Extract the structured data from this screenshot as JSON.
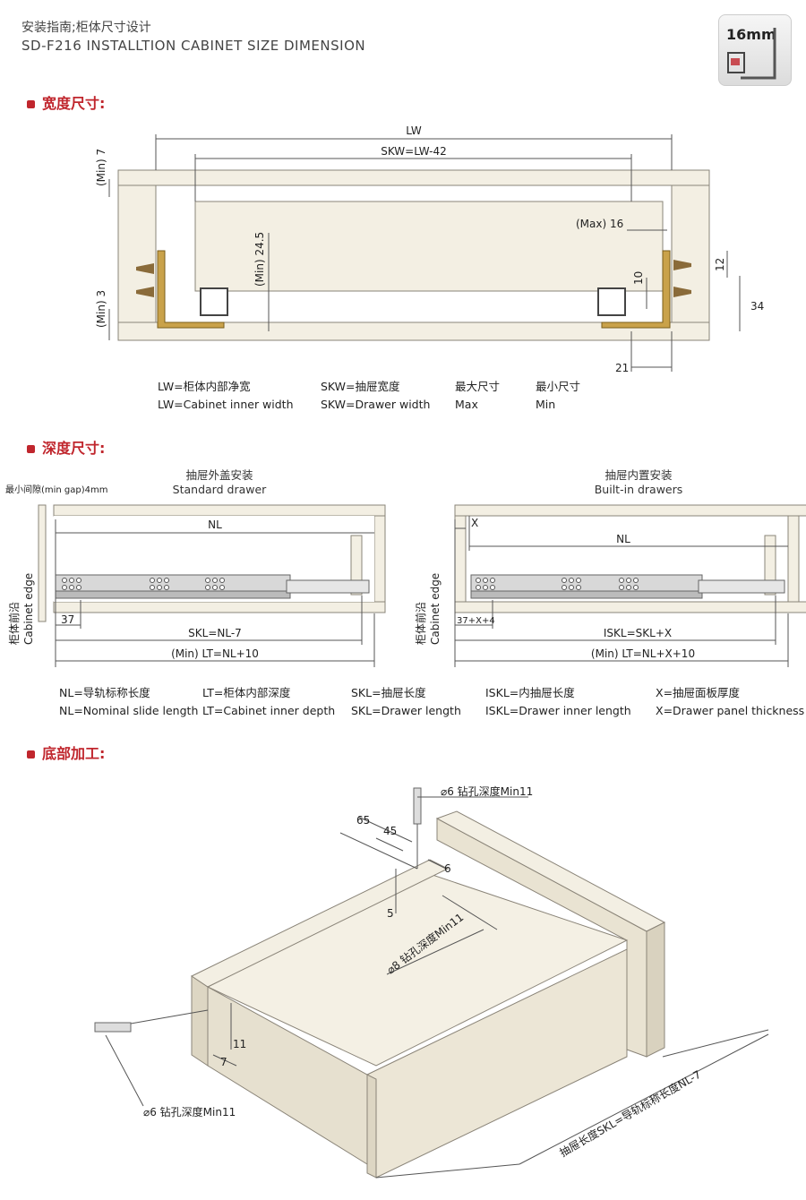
{
  "header": {
    "title_cn": "安装指南;柜体尺寸设计",
    "title_en": "SD-F216 INSTALLTION CABINET SIZE DIMENSION",
    "thickness_badge": "16mm"
  },
  "sections": {
    "width": "宽度尺寸:",
    "depth": "深度尺寸:",
    "bottom": "底部加工:"
  },
  "width_diagram": {
    "lw": "LW",
    "skw": "SKW=LW-42",
    "min7": "(Min) 7",
    "min3": "(Min) 3",
    "min245": "(Min) 24.5",
    "max16": "(Max) 16",
    "d10": "10",
    "d12": "12",
    "d34": "34",
    "d21": "21"
  },
  "width_legend": [
    {
      "cn": "LW=柜体内部净宽",
      "en": "LW=Cabinet inner width"
    },
    {
      "cn": "SKW=抽屉宽度",
      "en": "SKW=Drawer width"
    },
    {
      "cn": "最大尺寸",
      "en": "Max"
    },
    {
      "cn": "最小尺寸",
      "en": "Min"
    }
  ],
  "depth_left": {
    "title_cn": "抽屉外盖安装",
    "title_en": "Standard drawer",
    "min_gap": "最小间隙(min gap)4mm",
    "edge_cn": "柜体前沿",
    "edge_en": "Cabinet edge",
    "nl": "NL",
    "d37": "37",
    "skl": "SKL=NL-7",
    "lt": "(Min) LT=NL+10"
  },
  "depth_right": {
    "title_cn": "抽屉内置安装",
    "title_en": "Built-in drawers",
    "x": "X",
    "edge_cn": "柜体前沿",
    "edge_en": "Cabinet edge",
    "nl": "NL",
    "d37x4": "37+X+4",
    "iskl": "ISKL=SKL+X",
    "lt": "(Min) LT=NL+X+10"
  },
  "depth_legend": [
    {
      "cn": "NL=导轨标称长度",
      "en": "NL=Nominal slide length"
    },
    {
      "cn": "LT=柜体内部深度",
      "en": "LT=Cabinet inner depth"
    },
    {
      "cn": "SKL=抽屉长度",
      "en": "SKL=Drawer length"
    },
    {
      "cn": "ISKL=内抽屉长度",
      "en": "ISKL=Drawer inner length"
    },
    {
      "cn": "X=抽屉面板厚度",
      "en": "X=Drawer panel thickness"
    }
  ],
  "bottom_diagram": {
    "drill_top": "⌀6 钻孔深度Min11",
    "d65": "65",
    "d45": "45",
    "d6": "6",
    "d5": "5",
    "drill_mid": "⌀8 钻孔深度Min11",
    "d11": "11",
    "d7": "7",
    "drill_left": "⌀6 钻孔深度Min11",
    "length": "抽屉长度SKL=导轨标称长度NL-7"
  },
  "colors": {
    "accent": "#c0262d",
    "panel": "#f3efe3",
    "panel_edge": "#8a8478",
    "rail": "#c9a24a"
  }
}
